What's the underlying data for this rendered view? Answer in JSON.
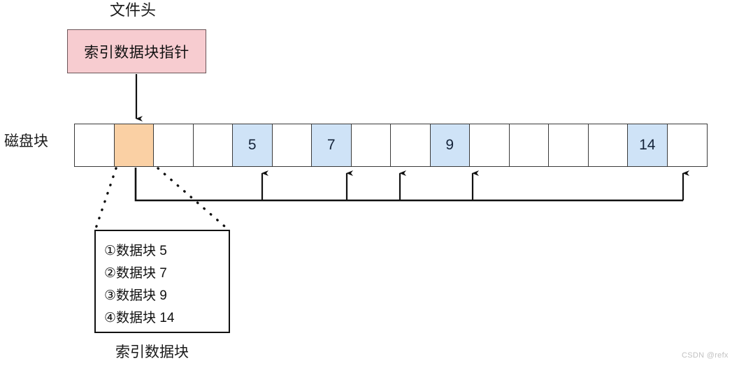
{
  "diagram": {
    "file_header_label": "文件头",
    "index_pointer_box_label": "索引数据块指针",
    "disk_block_label": "磁盘块",
    "index_block_caption": "索引数据块",
    "watermark": "CSDN @refx"
  },
  "disk_strip": {
    "cells": [
      {
        "index": 0,
        "label": "",
        "fill": "white"
      },
      {
        "index": 1,
        "label": "",
        "fill": "orange"
      },
      {
        "index": 2,
        "label": "",
        "fill": "white"
      },
      {
        "index": 3,
        "label": "",
        "fill": "white"
      },
      {
        "index": 4,
        "label": "5",
        "fill": "blue"
      },
      {
        "index": 5,
        "label": "",
        "fill": "white"
      },
      {
        "index": 6,
        "label": "7",
        "fill": "blue"
      },
      {
        "index": 7,
        "label": "",
        "fill": "white"
      },
      {
        "index": 8,
        "label": "",
        "fill": "white"
      },
      {
        "index": 9,
        "label": "9",
        "fill": "blue"
      },
      {
        "index": 10,
        "label": "",
        "fill": "white"
      },
      {
        "index": 11,
        "label": "",
        "fill": "white"
      },
      {
        "index": 12,
        "label": "",
        "fill": "white"
      },
      {
        "index": 13,
        "label": "",
        "fill": "white"
      },
      {
        "index": 14,
        "label": "14",
        "fill": "blue"
      },
      {
        "index": 15,
        "label": "",
        "fill": "white"
      }
    ]
  },
  "index_entries": [
    {
      "marker": "①",
      "text": "数据块 5"
    },
    {
      "marker": "②",
      "text": "数据块 7"
    },
    {
      "marker": "③",
      "text": "数据块 9"
    },
    {
      "marker": "④",
      "text": "数据块 14"
    }
  ],
  "colors": {
    "pink_box_fill": "#f7ccd0",
    "pink_box_stroke": "#6b5558",
    "orange_cell_fill": "#fad0a4",
    "blue_cell_fill": "#cfe3f7",
    "stroke": "#111111",
    "watermark": "#c2c2c2"
  }
}
